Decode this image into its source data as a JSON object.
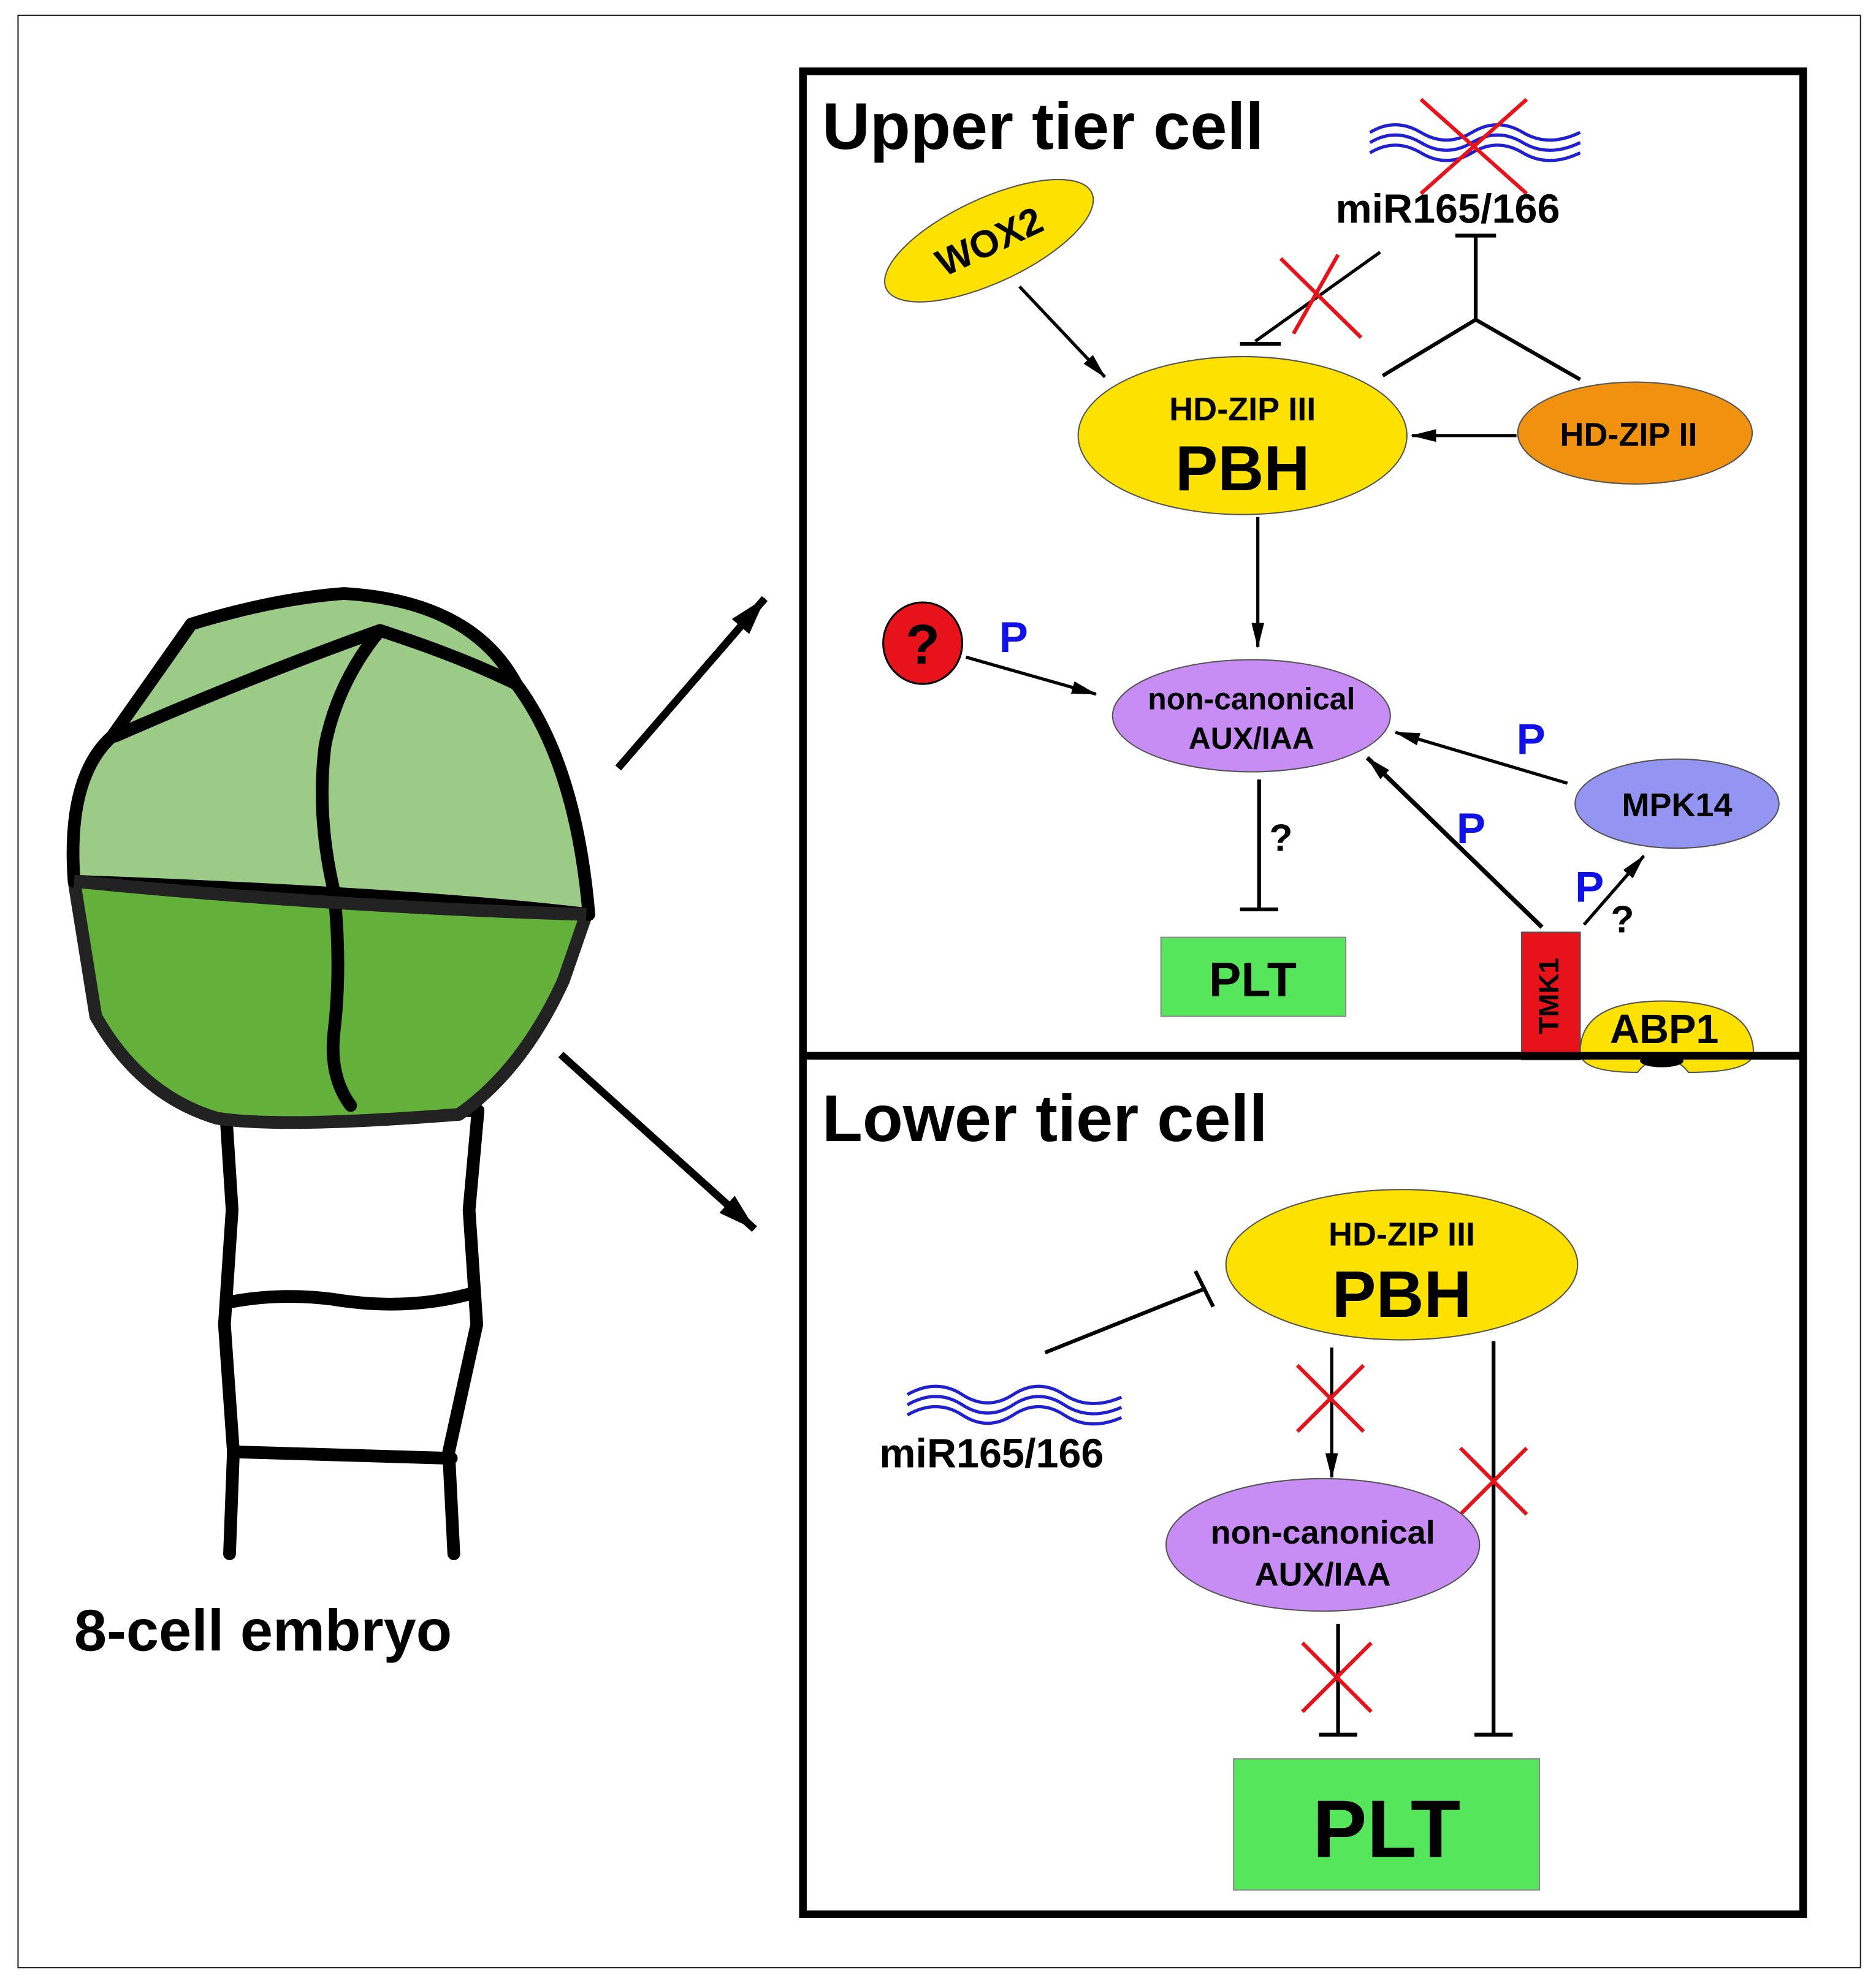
{
  "embryo": {
    "label": "8-cell embryo"
  },
  "upper_panel": {
    "title": "Upper tier cell",
    "mirna_label": "miR165/166",
    "wox2_label": "WOX2",
    "hdzip3_label": "HD-ZIP III",
    "pbh_label": "PBH",
    "hdzip2_label": "HD-ZIP II",
    "unknown_kinase_label": "?",
    "phospho_label_1": "P",
    "aux_line1": "non-canonical",
    "aux_line2": "AUX/IAA",
    "phospho_label_2": "P",
    "phospho_label_3": "P",
    "phospho_label_4": "P",
    "mpk14_label": "MPK14",
    "question_1": "?",
    "question_2": "?",
    "plt_label": "PLT",
    "tmk1_label": "TMK1",
    "abp1_label": "ABP1"
  },
  "lower_panel": {
    "title": "Lower tier cell",
    "hdzip3_label": "HD-ZIP III",
    "pbh_label": "PBH",
    "mirna_label": "miR165/166",
    "aux_line1": "non-canonical",
    "aux_line2": "AUX/IAA",
    "plt_label": "PLT"
  },
  "colors": {
    "embryo_upper_fill": "#9ccb87",
    "embryo_lower_fill": "#63b03a",
    "yellow_node": "#fde100",
    "orange_node": "#f0920f",
    "purple_node": "#c88cf5",
    "blue_node": "#9494f2",
    "green_box": "#55e65c",
    "red": "#e8131a",
    "phospho_blue": "#1010e8",
    "mirna_wave": "#2020d0"
  }
}
